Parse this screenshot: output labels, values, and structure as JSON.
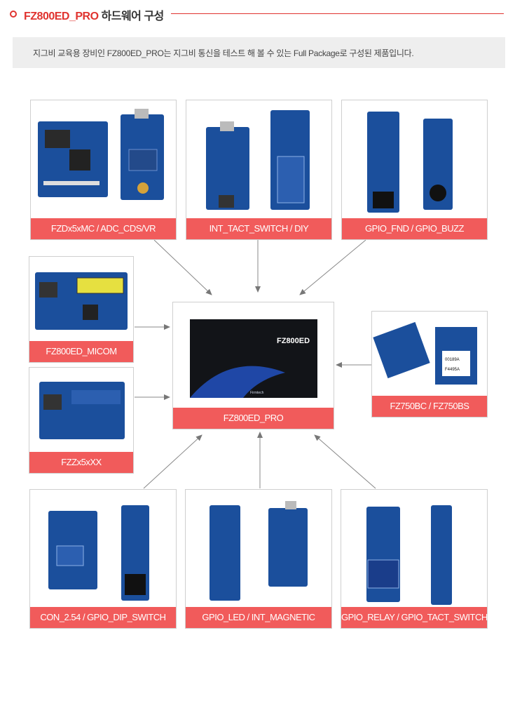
{
  "header": {
    "title_red": "FZ800ED_PRO",
    "title_dark": "하드웨어 구성"
  },
  "intro": {
    "text": "지그비 교육용 장비인 FZ800ED_PRO는 지그비 통신을 테스트 해 볼 수 있는 Full Package로 구성된 제품입니다."
  },
  "center": {
    "label": "FZ800ED_PRO",
    "box_text": "FZ800ED",
    "brand": "Firmtech"
  },
  "modules": [
    {
      "label": "FZDx5xMC / ADC_CDS/VR"
    },
    {
      "label": "INT_TACT_SWITCH / DIY"
    },
    {
      "label": "GPIO_FND / GPIO_BUZZ"
    },
    {
      "label": "FZ800ED_MICOM"
    },
    {
      "label": "FZZx5xXX"
    },
    {
      "label": "FZ750BC / FZ750BS"
    },
    {
      "label": "CON_2.54 / GPIO_DIP_SWITCH"
    },
    {
      "label": "GPIO_LED / INT_MAGNETIC"
    },
    {
      "label": "GPIO_RELAY / GPIO_TACT_SWITCH"
    }
  ],
  "chip_labels": {
    "chip1_line1": "00189A",
    "chip1_line2": "F4495A"
  },
  "colors": {
    "accent": "#e0332f",
    "label_bg": "#f15b5b",
    "board_blue": "#1b4f9c",
    "intro_bg": "#eeeeee"
  }
}
